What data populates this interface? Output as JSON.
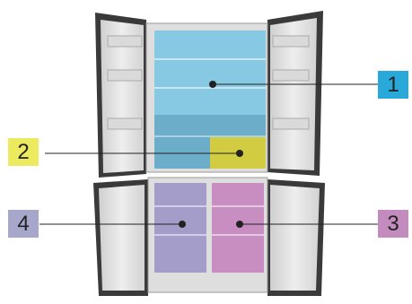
{
  "colors": {
    "fridge_zone": "#78c6e3",
    "freezer_zone": "#5fa8c7",
    "convertible_zone": "#d7ce3a",
    "left_drawer_zone": "#9d96c8",
    "right_drawer_zone": "#c585bf",
    "frame": "#3b3b3b",
    "interior": "#e8e8e8",
    "callout_1": "#29a9d9",
    "callout_2": "#ecea5e",
    "callout_3": "#c48bbf",
    "callout_4": "#a7a7cc"
  },
  "callouts": [
    {
      "id": "1",
      "label": "1",
      "zone": "fridge-compartment"
    },
    {
      "id": "2",
      "label": "2",
      "zone": "convertible-drawer"
    },
    {
      "id": "3",
      "label": "3",
      "zone": "right-freezer-drawer"
    },
    {
      "id": "4",
      "label": "4",
      "zone": "left-freezer-drawer"
    }
  ]
}
